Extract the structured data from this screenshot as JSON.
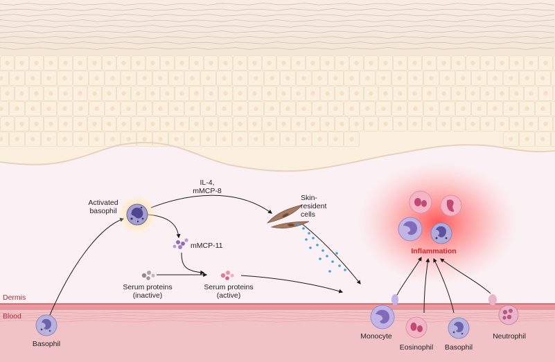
{
  "labels": {
    "il4": "IL-4,",
    "mmcp8": "mMCP-8",
    "activated_l1": "Activated",
    "activated_l2": "basophil",
    "skin_l1": "Skin-",
    "skin_l2": "resident",
    "skin_l3": "cells",
    "mmcp11": "mMCP-11",
    "serum_inactive_l1": "Serum proteins",
    "serum_inactive_l2": "(inactive)",
    "serum_active_l1": "Serum proteins",
    "serum_active_l2": "(active)",
    "inflammation": "Inflammation",
    "dermis": "Dermis",
    "blood": "Blood",
    "basophil_blood": "Basophil",
    "monocyte": "Monocyte",
    "eosinophil": "Eosinophil",
    "basophil_right": "Basophil",
    "neutrophil": "Neutrophil"
  },
  "colors": {
    "dermis_bg": "#fbf0f3",
    "epidermis": "#fbf0de",
    "vessel": "#f2c3c6",
    "vessel_edge": "#c6575e",
    "blood_label": "#b42b34",
    "inflammation_text": "#d8232a",
    "basophil": "#b3acd8",
    "basophil_nucleus": "#5c51a0",
    "eosinophil": "#f3a7bc",
    "eosinophil_nucleus": "#c04a73",
    "cytokine_dots": "#3ea4dc"
  }
}
